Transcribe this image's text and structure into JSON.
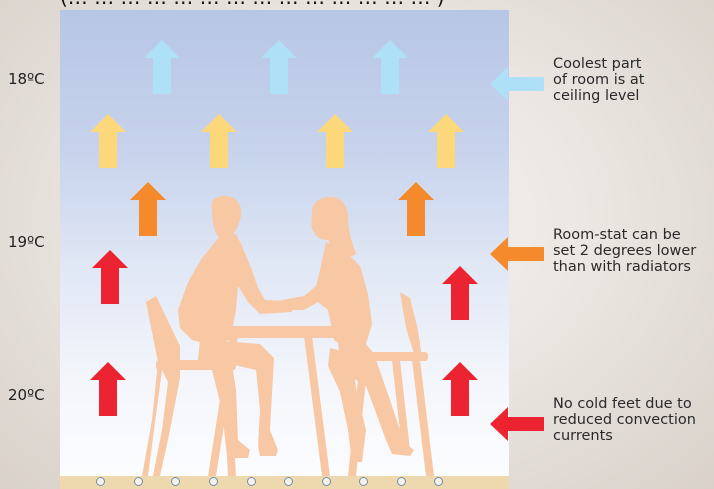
{
  "top_caption": "(… … … … … … … … … … … … … … )",
  "temperatures": {
    "ceiling": "18ºC",
    "middle": "19ºC",
    "floor": "20ºC"
  },
  "notes": {
    "ceiling": [
      "Coolest part",
      "of room is at",
      "ceiling level"
    ],
    "middle": [
      "Room-stat can be",
      "set 2 degrees lower",
      "than with radiators"
    ],
    "floor": [
      "No cold feet due to",
      "reduced convection",
      "currents"
    ]
  },
  "colors": {
    "cool": "#aee0f8",
    "mild": "#fcd87a",
    "warm_orange": "#f48a2b",
    "warm_red": "#ec2330",
    "people": "#f8c8a4",
    "floor": "#edd9ad",
    "pipe_outline": "#6a8fb6"
  },
  "icons": {
    "rising_heat": "up-arrow-icon",
    "side_indicator": "left-arrow-icon",
    "heating_pipe": "circle-pipe-icon",
    "people": "couple-at-table-silhouette"
  }
}
